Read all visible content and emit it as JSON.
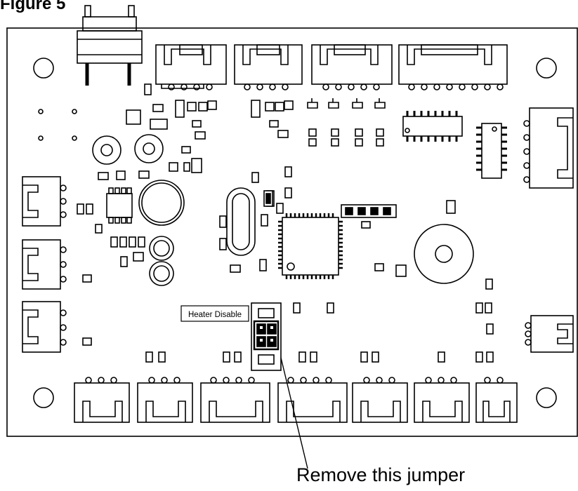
{
  "figure": {
    "label": "Figure 5"
  },
  "board": {
    "jumper_label": "Heater Disable",
    "callout_text": "Remove this jumper"
  },
  "colors": {
    "line": "#000000",
    "background": "#ffffff",
    "jumper_pins": "#000000"
  },
  "icons": [
    "mounting-hole-icon",
    "connector-icon",
    "ic-chip-icon",
    "crystal-icon",
    "buzzer-icon",
    "jumper-icon"
  ]
}
